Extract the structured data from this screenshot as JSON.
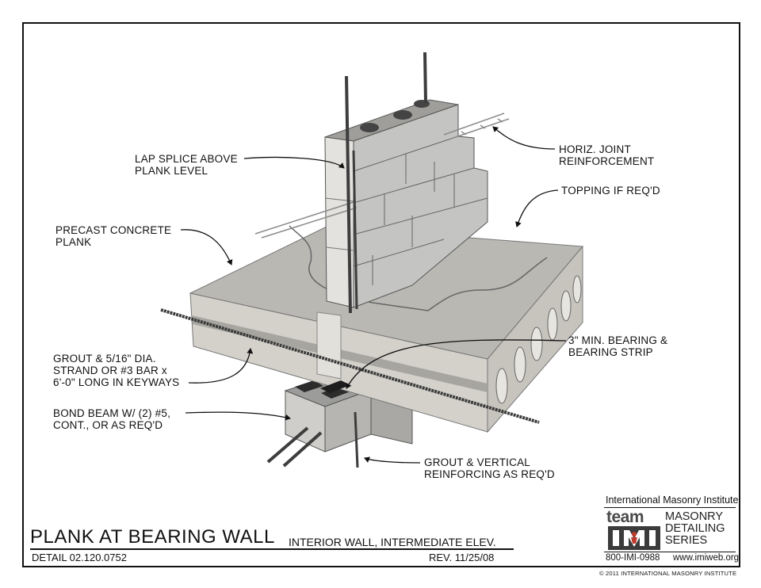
{
  "labels": {
    "lap_splice": "LAP SPLICE ABOVE\nPLANK LEVEL",
    "horiz_joint": "HORIZ. JOINT\nREINFORCEMENT",
    "topping": "TOPPING IF REQ'D",
    "precast_plank": "PRECAST CONCRETE\nPLANK",
    "min_bearing": "3\" MIN. BEARING &\nBEARING STRIP",
    "grout_strand": "GROUT & 5/16\" DIA.\nSTRAND OR #3 BAR x\n6'-0\" LONG IN KEYWAYS",
    "bond_beam": "BOND BEAM W/ (2) #5,\nCONT., OR AS REQ'D",
    "grout_vertical": "GROUT & VERTICAL\nREINFORCING AS REQ'D"
  },
  "title_block": {
    "title": "PLANK AT BEARING WALL",
    "subtitle": "INTERIOR WALL, INTERMEDIATE ELEV.",
    "detail_number": "DETAIL 02.120.0752",
    "revision": "REV. 11/25/08"
  },
  "publisher": {
    "name": "International Masonry Institute",
    "team": "team",
    "series_line": "MASONRY\nDETAILING\nSERIES",
    "logo_text": "IMI",
    "phone": "800-IMI-0988",
    "website": "www.imiweb.org",
    "copyright": "© 2011 INTERNATIONAL MASONRY INSTITUTE"
  },
  "colors": {
    "concrete_top": "#b9b8b3",
    "concrete_side": "#cfcdc6",
    "block": "#c4c4c2",
    "rebar": "#3d3d3d",
    "logo_accent": "#c0392b"
  }
}
